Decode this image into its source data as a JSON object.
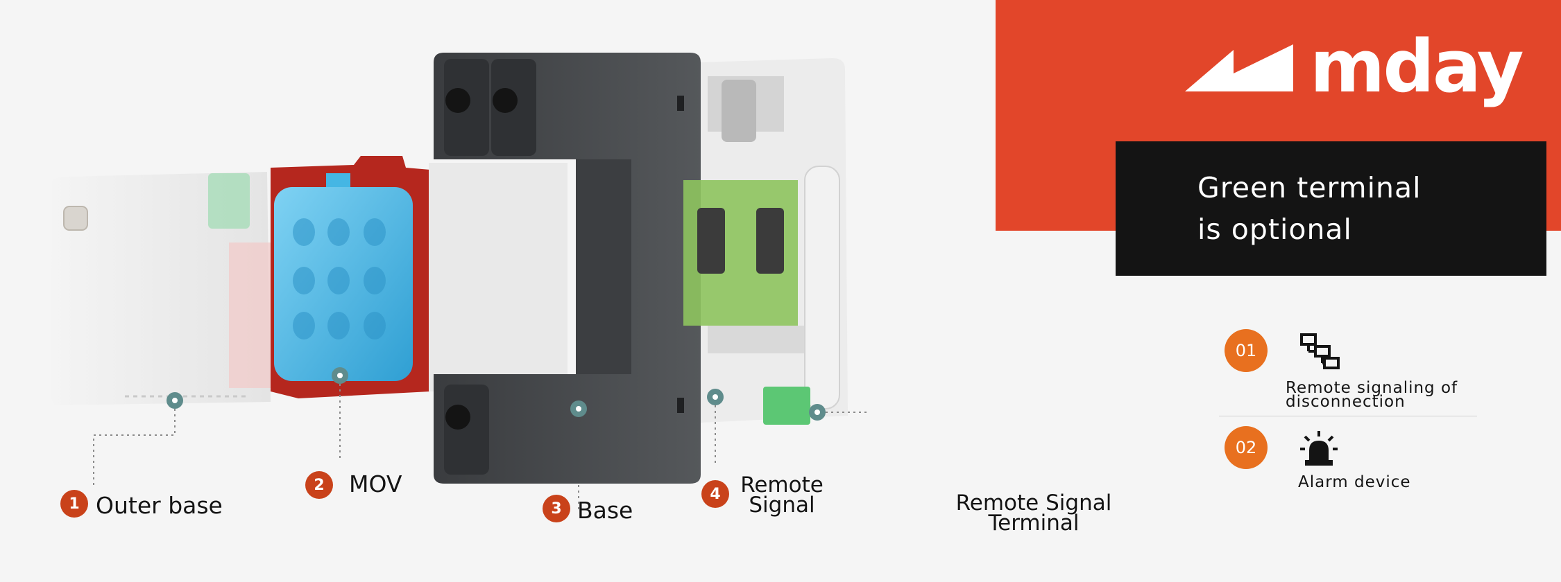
{
  "brand": {
    "name": "mday",
    "accent": "#e2462a",
    "dark": "#141414"
  },
  "note": {
    "lines": [
      "Green terminal",
      "is optional"
    ]
  },
  "components": [
    {
      "num": "1",
      "label": "Outer base"
    },
    {
      "num": "2",
      "label": "MOV"
    },
    {
      "num": "3",
      "label": "Base"
    },
    {
      "num": "4",
      "label_lines": [
        "Remote",
        "Signal"
      ]
    }
  ],
  "terminal": {
    "label_lines": [
      "Remote Signal",
      "Terminal"
    ]
  },
  "features": [
    {
      "num": "01",
      "icon": "network-icon",
      "label_lines": [
        "Remote signaling of",
        "disconnection"
      ]
    },
    {
      "num": "02",
      "icon": "alarm-light-icon",
      "label_lines": [
        "Alarm device"
      ]
    }
  ],
  "colors": {
    "badge": "#c9421a",
    "feature_badge": "#e8701f",
    "mov_red": "#b5271e",
    "mov_blue": "#45b6e4",
    "housing_dark": "#4b4d50",
    "terminal_green": "#5cc774",
    "pcb_green": "#8ec45e"
  }
}
